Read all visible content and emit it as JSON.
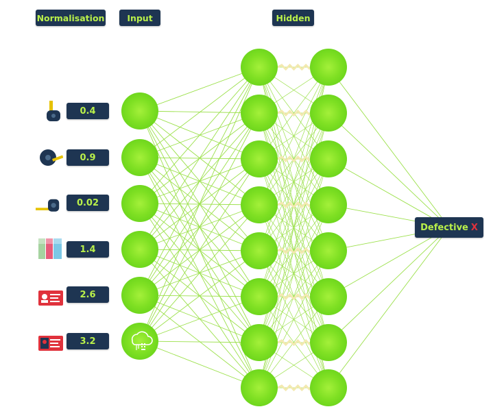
{
  "headers": {
    "normalisation": "Normalisation",
    "input": "Input",
    "hidden": "Hidden"
  },
  "inputs": [
    {
      "value": "0.4",
      "icon": "tape-measure-vertical-icon"
    },
    {
      "value": "0.9",
      "icon": "tape-measure-roll-icon"
    },
    {
      "value": "0.02",
      "icon": "tape-measure-horizontal-icon"
    },
    {
      "value": "1.4",
      "icon": "colour-swatch-icon"
    },
    {
      "value": "2.6",
      "icon": "id-card-icon"
    },
    {
      "value": "3.2",
      "icon": "id-card-photo-icon"
    }
  ],
  "output": {
    "label": "Defective",
    "mark": "X"
  },
  "colors": {
    "label_bg": "#1e3552",
    "label_text": "#b9f04a",
    "node_green": "#7fe023",
    "edge_green": "#9be04a",
    "hidden_link": "#f3e9b0",
    "mark_red": "#e0323c"
  },
  "layers": {
    "input_nodes": 6,
    "hidden_layer_1_nodes": 8,
    "hidden_layer_2_nodes": 8,
    "output_nodes": 1
  }
}
